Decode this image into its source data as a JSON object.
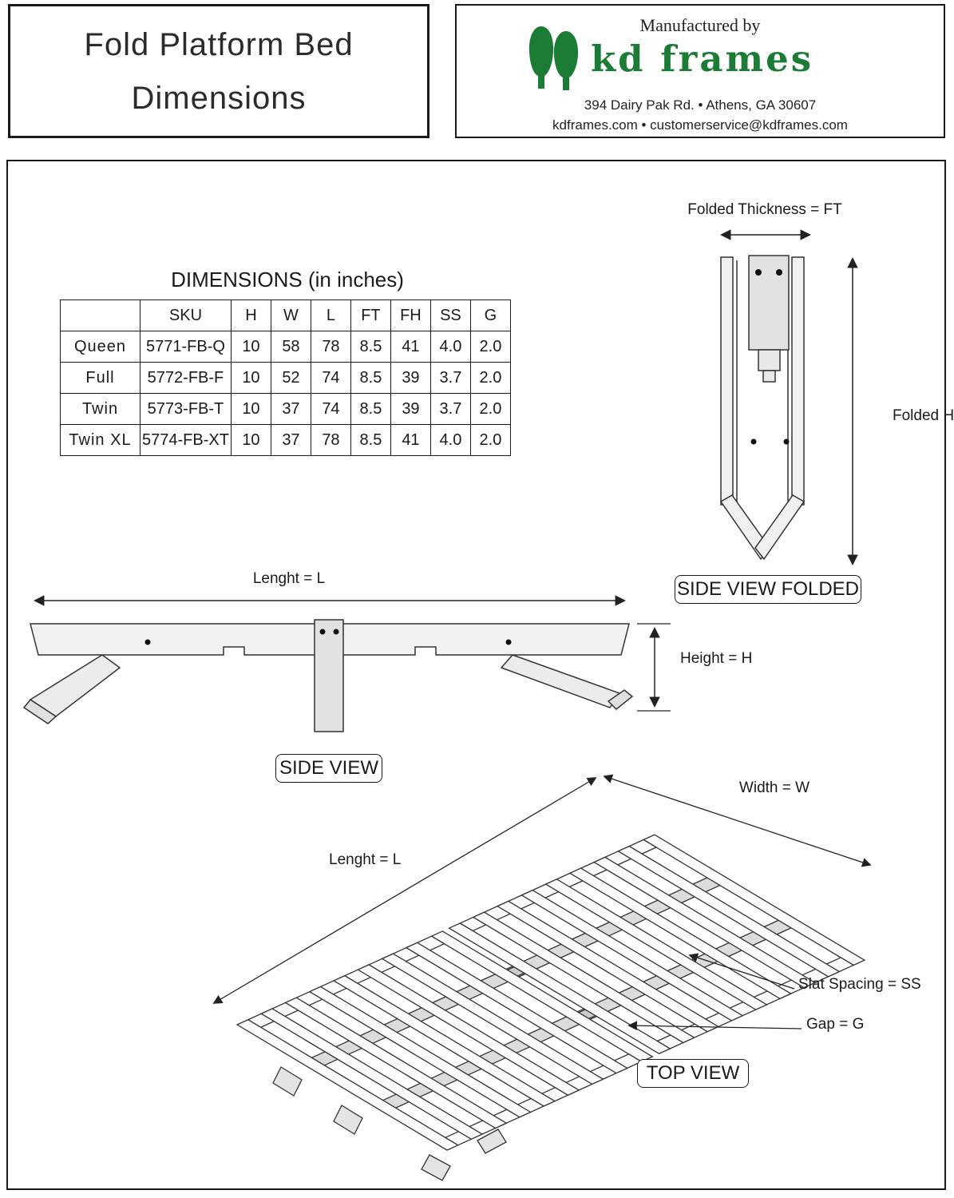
{
  "header": {
    "title_line1": "Fold Platform Bed",
    "title_line2": "Dimensions",
    "manufactured_by": "Manufactured by",
    "brand": "kd frames",
    "brand_color": "#1c7c35",
    "address": "394 Dairy Pak Rd. • Athens, GA  30607",
    "contact": "kdframes.com • customerservice@kdframes.com"
  },
  "table": {
    "title": "DIMENSIONS (in inches)",
    "headers": [
      "",
      "SKU",
      "H",
      "W",
      "L",
      "FT",
      "FH",
      "SS",
      "G"
    ],
    "rows": [
      [
        "Queen",
        "5771-FB-Q",
        "10",
        "58",
        "78",
        "8.5",
        "41",
        "4.0",
        "2.0"
      ],
      [
        "Full",
        "5772-FB-F",
        "10",
        "52",
        "74",
        "8.5",
        "39",
        "3.7",
        "2.0"
      ],
      [
        "Twin",
        "5773-FB-T",
        "10",
        "37",
        "74",
        "8.5",
        "39",
        "3.7",
        "2.0"
      ],
      [
        "Twin XL",
        "5774-FB-XT",
        "10",
        "37",
        "78",
        "8.5",
        "41",
        "4.0",
        "2.0"
      ]
    ]
  },
  "diagrams": {
    "side_view_folded": {
      "box_label": "SIDE VIEW FOLDED",
      "thickness_label": "Folded Thickness = FT",
      "height_label": "Folded Height"
    },
    "side_view": {
      "box_label": "SIDE VIEW",
      "length_label": "Lenght = L",
      "height_label": "Height = H"
    },
    "top_view": {
      "box_label": "TOP VIEW",
      "width_label": "Width = W",
      "length_label": "Lenght = L",
      "slat_spacing_label": "Slat Spacing = SS",
      "gap_label": "Gap = G"
    }
  }
}
